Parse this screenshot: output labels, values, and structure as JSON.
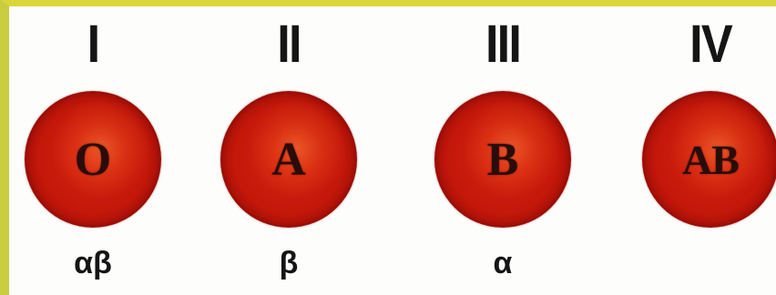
{
  "groups": [
    {
      "numeral": "I",
      "antigen": "O",
      "antibody": "αβ"
    },
    {
      "numeral": "II",
      "antigen": "A",
      "antibody": "β"
    },
    {
      "numeral": "III",
      "antigen": "B",
      "antibody": "α"
    },
    {
      "numeral": "IV",
      "antigen": "AB",
      "antibody": ""
    }
  ],
  "colors": {
    "cell": "#c4180b",
    "frame": "#d9d53a",
    "background": "#fdfdfb"
  }
}
